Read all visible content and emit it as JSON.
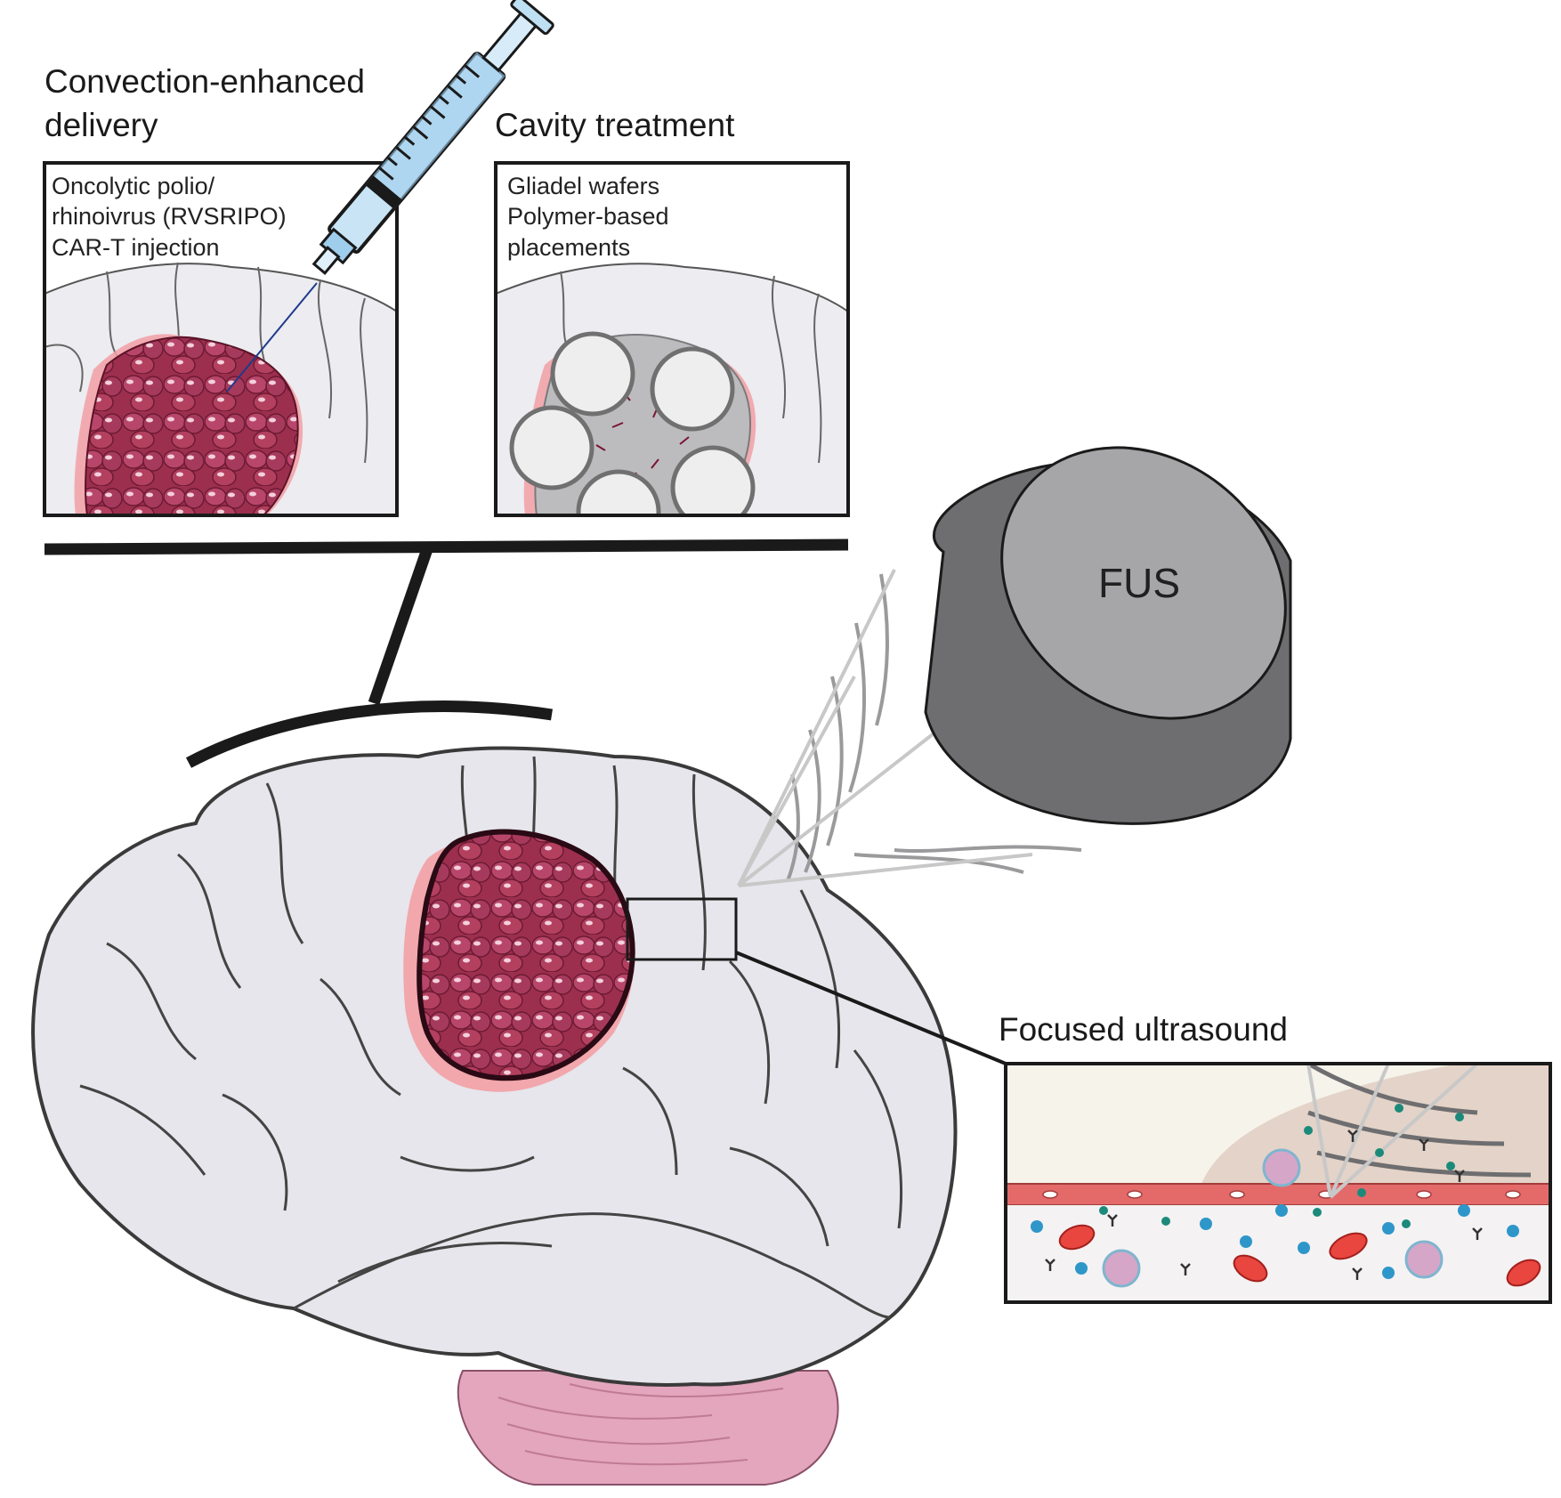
{
  "headings": {
    "ced_line1": "Convection-enhanced",
    "ced_line2": "delivery",
    "cavity": "Cavity treatment",
    "fus_section": "Focused ultrasound"
  },
  "ced_box": {
    "line1": "Oncolytic polio/",
    "line2": " rhinoivrus (RVSRIPO)",
    "line3": "CAR-T injection"
  },
  "cavity_box": {
    "line1": "Gliadel wafers",
    "line2": "Polymer-based",
    "line3": "placements"
  },
  "transducer": {
    "label": "FUS"
  },
  "colors": {
    "tumor": "#9c2f4e",
    "tumor_halo": "#f08f96",
    "brain": "#e8e8ee",
    "brain_outline": "#3a3a3a",
    "transducer_top": "#a6a6a8",
    "transducer_side": "#6e6e70",
    "syringe_barrel": "#bfe0f3",
    "red_blood_cell": "#e8463f",
    "endothelium": "#e46a6a",
    "drug_particle": "#2f96c9",
    "microbubble": "#1b8a7a",
    "cerebellum": "#e6a9bf"
  },
  "icons": [
    "syringe-icon",
    "transducer-icon",
    "brain-illustration",
    "tumor-illustration",
    "wafer-icon",
    "red-blood-cell-icon",
    "antibody-icon"
  ]
}
